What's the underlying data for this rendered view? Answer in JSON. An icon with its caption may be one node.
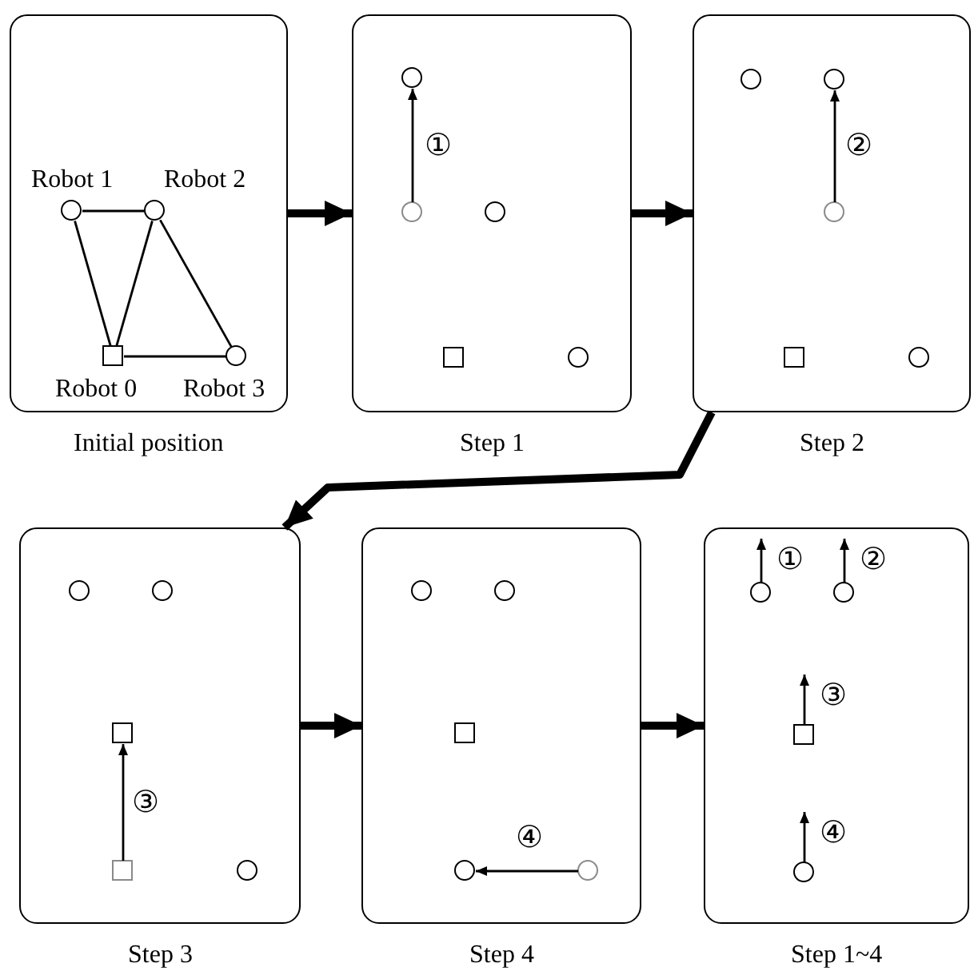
{
  "diagram": {
    "nodes": [
      {
        "text": [],
        "shape": "box",
        "beside": [
          "Initial position"
        ]
      },
      {
        "text": [],
        "shape": "circle",
        "in": 0,
        "beside": [
          "Robot 1"
        ]
      },
      {
        "text": [],
        "shape": "circle",
        "in": 0,
        "beside": [
          "Robot 2"
        ]
      },
      {
        "text": [],
        "shape": "box",
        "in": 0,
        "beside": [
          "Robot 0"
        ]
      },
      {
        "text": [],
        "shape": "circle",
        "in": 0,
        "beside": [
          "Robot 3"
        ]
      },
      {
        "text": [],
        "shape": "box",
        "beside": [
          "Step 1"
        ]
      },
      {
        "text": [],
        "shape": "circle",
        "in": 5
      },
      {
        "text": [],
        "shape": "circle",
        "in": 5
      },
      {
        "text": [],
        "shape": "circle",
        "in": 5
      },
      {
        "text": [],
        "shape": "box",
        "in": 5
      },
      {
        "text": [],
        "shape": "circle",
        "in": 5
      },
      {
        "text": [],
        "shape": "box",
        "beside": [
          "Step 2"
        ]
      },
      {
        "text": [],
        "shape": "circle",
        "in": 11
      },
      {
        "text": [],
        "shape": "circle",
        "in": 11
      },
      {
        "text": [],
        "shape": "circle",
        "in": 11
      },
      {
        "text": [],
        "shape": "box",
        "in": 11
      },
      {
        "text": [],
        "shape": "circle",
        "in": 11
      },
      {
        "text": [],
        "shape": "box",
        "beside": [
          "Step 3"
        ]
      },
      {
        "text": [],
        "shape": "circle",
        "in": 17
      },
      {
        "text": [],
        "shape": "circle",
        "in": 17
      },
      {
        "text": [],
        "shape": "box",
        "in": 17
      },
      {
        "text": [],
        "shape": "box",
        "in": 17
      },
      {
        "text": [],
        "shape": "circle",
        "in": 17
      },
      {
        "text": [],
        "shape": "box",
        "beside": [
          "Step 4"
        ]
      },
      {
        "text": [],
        "shape": "circle",
        "in": 23
      },
      {
        "text": [],
        "shape": "circle",
        "in": 23
      },
      {
        "text": [],
        "shape": "box",
        "in": 23
      },
      {
        "text": [],
        "shape": "circle",
        "in": 23
      },
      {
        "text": [],
        "shape": "circle",
        "in": 23
      },
      {
        "text": [],
        "shape": "box",
        "beside": [
          "Step 1~4"
        ]
      },
      {
        "text": [],
        "shape": "circle",
        "in": 29
      },
      {
        "text": [],
        "shape": "circle",
        "in": 29
      },
      {
        "text": [],
        "shape": "box",
        "in": 29
      },
      {
        "text": [],
        "shape": "circle",
        "in": 29
      }
    ],
    "edges": [
      {
        "from": 1,
        "to": 2,
        "arrow": "none"
      },
      {
        "from": 1,
        "to": 3,
        "arrow": "none"
      },
      {
        "from": 2,
        "to": 3,
        "arrow": "none"
      },
      {
        "from": 2,
        "to": 4,
        "arrow": "none"
      },
      {
        "from": 3,
        "to": 4,
        "arrow": "none"
      },
      {
        "from": 0,
        "to": 5,
        "arrow": "to",
        "style": "thick"
      },
      {
        "from": 7,
        "to": 6,
        "arrow": "to",
        "label": "①"
      },
      {
        "from": 5,
        "to": 11,
        "arrow": "to",
        "style": "thick"
      },
      {
        "from": 14,
        "to": 13,
        "arrow": "to",
        "label": "②"
      },
      {
        "from": 11,
        "to": 17,
        "arrow": "to",
        "style": "thick"
      },
      {
        "from": 21,
        "to": 20,
        "arrow": "to",
        "label": "③"
      },
      {
        "from": 17,
        "to": 23,
        "arrow": "to",
        "style": "thick"
      },
      {
        "from": 28,
        "to": 27,
        "arrow": "to",
        "label": "④"
      },
      {
        "from": 23,
        "to": 29,
        "arrow": "to",
        "style": "thick"
      },
      {
        "from": 30,
        "to": null,
        "arrow": "to",
        "label": "①"
      },
      {
        "from": 31,
        "to": null,
        "arrow": "to",
        "label": "②"
      },
      {
        "from": 32,
        "to": null,
        "arrow": "to",
        "label": "③"
      },
      {
        "from": 33,
        "to": null,
        "arrow": "to",
        "label": "④"
      }
    ]
  }
}
